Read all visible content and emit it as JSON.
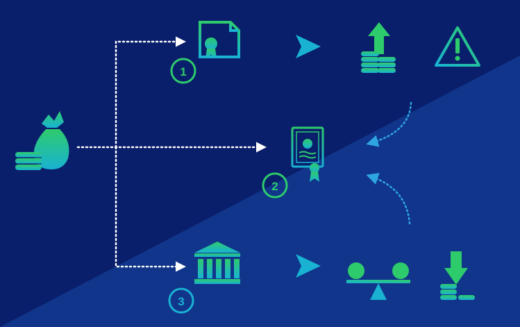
{
  "colors": {
    "background_dark": "#0a1f6b",
    "background_light": "#12398f",
    "green": "#2ecb6c",
    "teal": "#19b2d3",
    "connector": "#ffffff",
    "dashed_arrow": "#2fa6e0"
  },
  "steps": [
    {
      "number": "1",
      "icon": "certificate-document-icon",
      "next_icons": [
        "coins-arrow-up-icon",
        "warning-icon"
      ]
    },
    {
      "number": "2",
      "icon": "diploma-ribbon-icon",
      "next_icons": []
    },
    {
      "number": "3",
      "icon": "bank-building-icon",
      "next_icons": [
        "balance-scale-icon",
        "coins-arrow-down-icon"
      ]
    }
  ],
  "source_icon": "money-bag-coins-icon"
}
